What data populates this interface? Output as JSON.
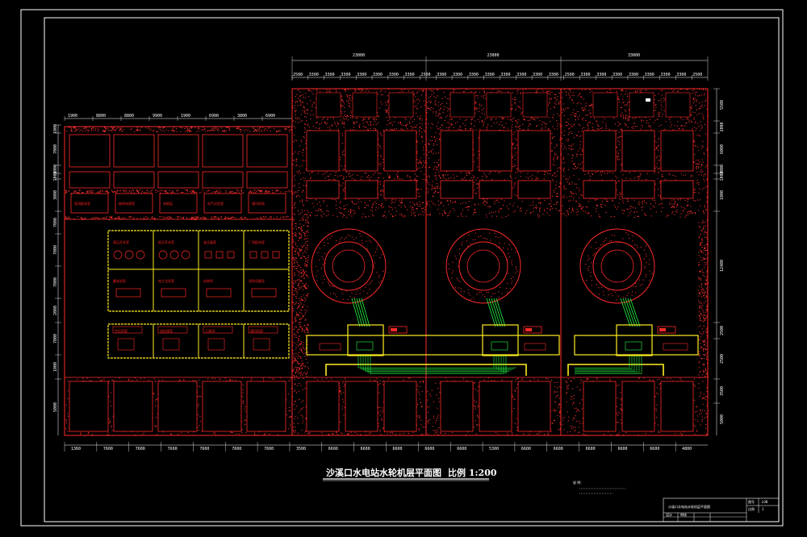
{
  "drawing": {
    "title": "沙溪口水电站水轮机层平面图",
    "scale": "比例 1:200",
    "notes_heading": "说 明:",
    "dims_top_overall": [
      "23000",
      "23000",
      "33000"
    ],
    "dims_top_detail": [
      "2500",
      "3300",
      "3300",
      "3300",
      "3300",
      "3300",
      "3300",
      "3300",
      "2500",
      "3300",
      "3300",
      "3300",
      "3300",
      "3300",
      "3300",
      "3300",
      "3300",
      "2500",
      "3300",
      "3300",
      "3300",
      "3300",
      "3300",
      "3300",
      "3300",
      "2500"
    ],
    "dims_left_top_row": [
      "1900",
      "8800",
      "8800",
      "9900",
      "1900",
      "6900",
      "3800",
      "6900"
    ],
    "dims_bottom": [
      "1360",
      "7600",
      "7600",
      "7600",
      "7600",
      "7600",
      "7600",
      "3500",
      "6600",
      "6600",
      "6600",
      "6600",
      "6600",
      "5300",
      "6600",
      "6600",
      "6600",
      "6600",
      "6600",
      "4800"
    ],
    "dims_right": [
      "5500",
      "2000",
      "6000",
      "2000",
      "1000",
      "1000",
      "12400",
      "2500",
      "2500",
      "3500",
      "5000"
    ],
    "dims_left": [
      "1000",
      "7000",
      "1000",
      "1000",
      "3000",
      "7000",
      "7000",
      "7000",
      "2000",
      "7000",
      "1000",
      "5000"
    ],
    "control_rooms_top": [
      "直流配电室",
      "继保电源室",
      "电缆层",
      "电气试验室",
      "通讯机房"
    ],
    "control_rooms_mid": [
      "高压开关室",
      "低压开关室",
      "变压器室",
      "厂用配电室",
      "蓄电池室",
      "电工试验室",
      "机修间",
      "消防设备室"
    ],
    "control_rooms_bot": [
      "空压机室",
      "油处理室",
      "工具间",
      "通风机室"
    ],
    "title_block": {
      "drawing_name": "沙溪口水电站水轮机层平面图",
      "fields": [
        "图号",
        "比例",
        "设计",
        "审核"
      ],
      "values": [
        "L08",
        "1"
      ]
    }
  }
}
